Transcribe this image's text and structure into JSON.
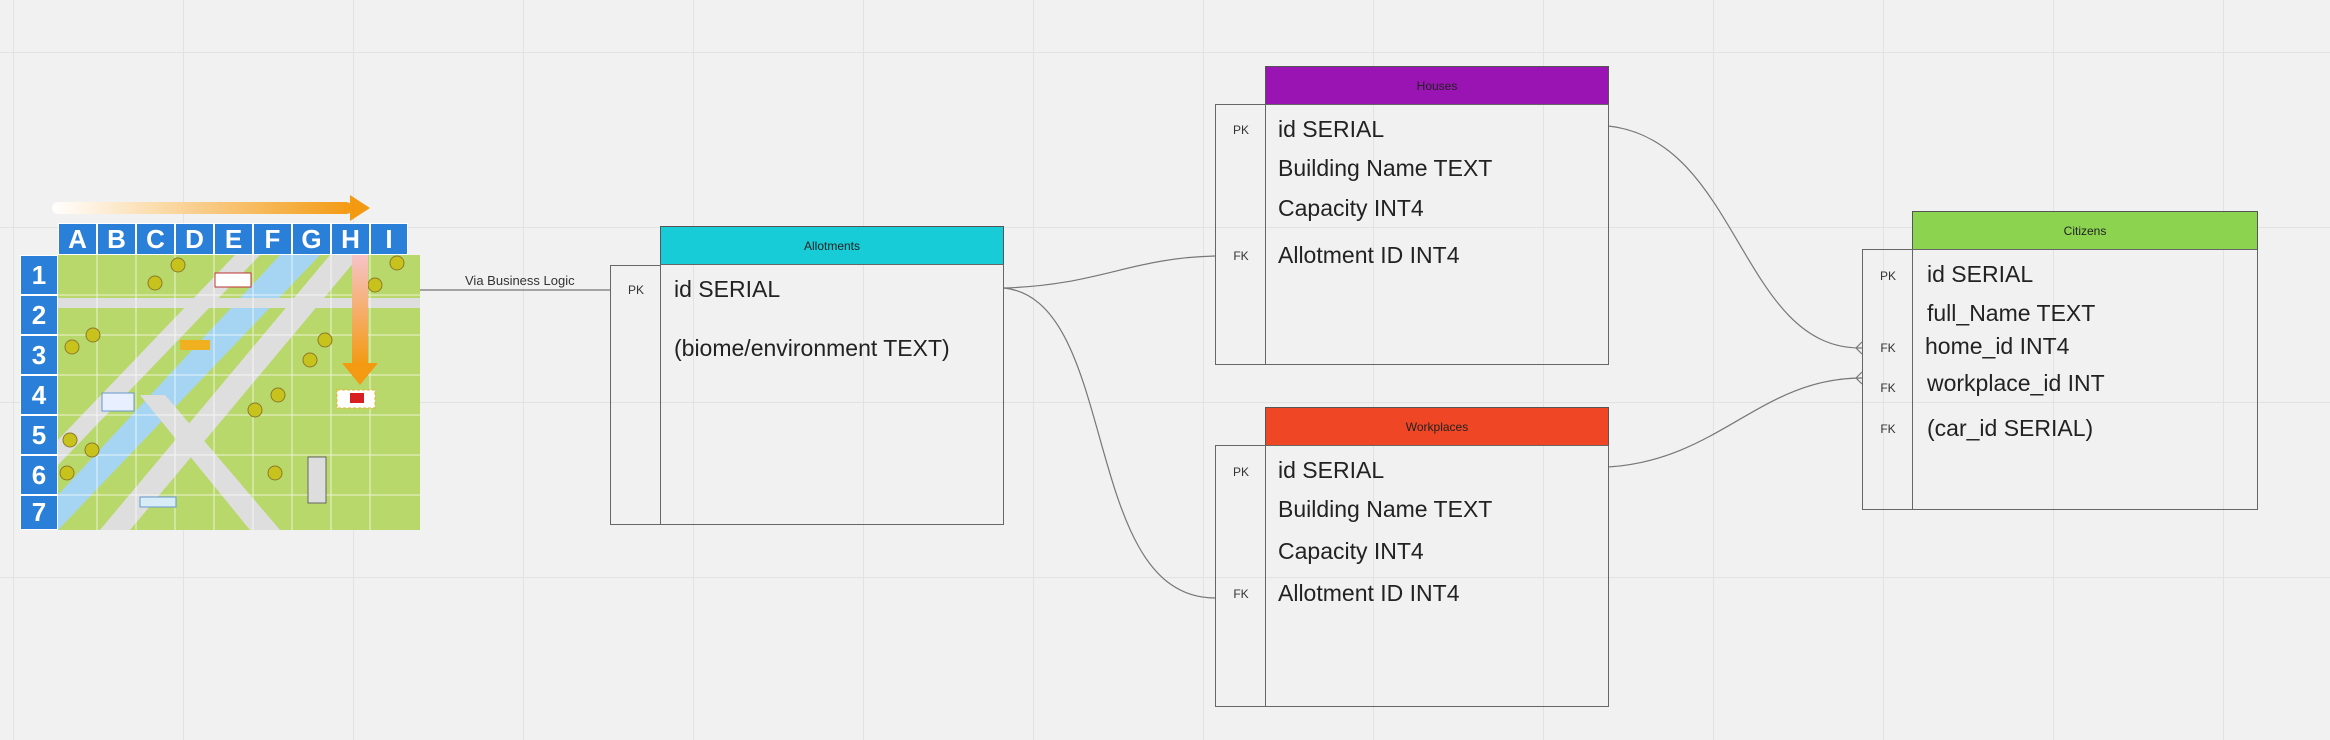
{
  "map": {
    "columns": [
      "A",
      "B",
      "C",
      "D",
      "E",
      "F",
      "G",
      "H",
      "I"
    ],
    "rows": [
      "1",
      "2",
      "3",
      "4",
      "5",
      "6",
      "7"
    ]
  },
  "edge_label": "Via Business Logic",
  "tables": {
    "allotments": {
      "title": "Allotments",
      "color": "#17ccd6",
      "keys": [
        "PK"
      ],
      "fields": [
        "id SERIAL",
        "(biome/environment TEXT)"
      ]
    },
    "houses": {
      "title": "Houses",
      "color": "#9a13b3",
      "keys": [
        "PK",
        "FK"
      ],
      "fields": [
        "id SERIAL",
        "Building Name TEXT",
        "Capacity INT4",
        "Allotment ID INT4"
      ]
    },
    "workplaces": {
      "title": "Workplaces",
      "color": "#ef4625",
      "keys": [
        "PK",
        "FK"
      ],
      "fields": [
        "id SERIAL",
        "Building Name TEXT",
        "Capacity INT4",
        "Allotment ID INT4"
      ]
    },
    "citizens": {
      "title": "Citizens",
      "color": "#8cd34f",
      "keys": [
        "PK",
        "FK",
        "FK",
        "FK"
      ],
      "fields": [
        "id SERIAL",
        "full_Name TEXT",
        "home_id INT4",
        "workplace_id INT",
        "(car_id SERIAL)"
      ]
    }
  }
}
